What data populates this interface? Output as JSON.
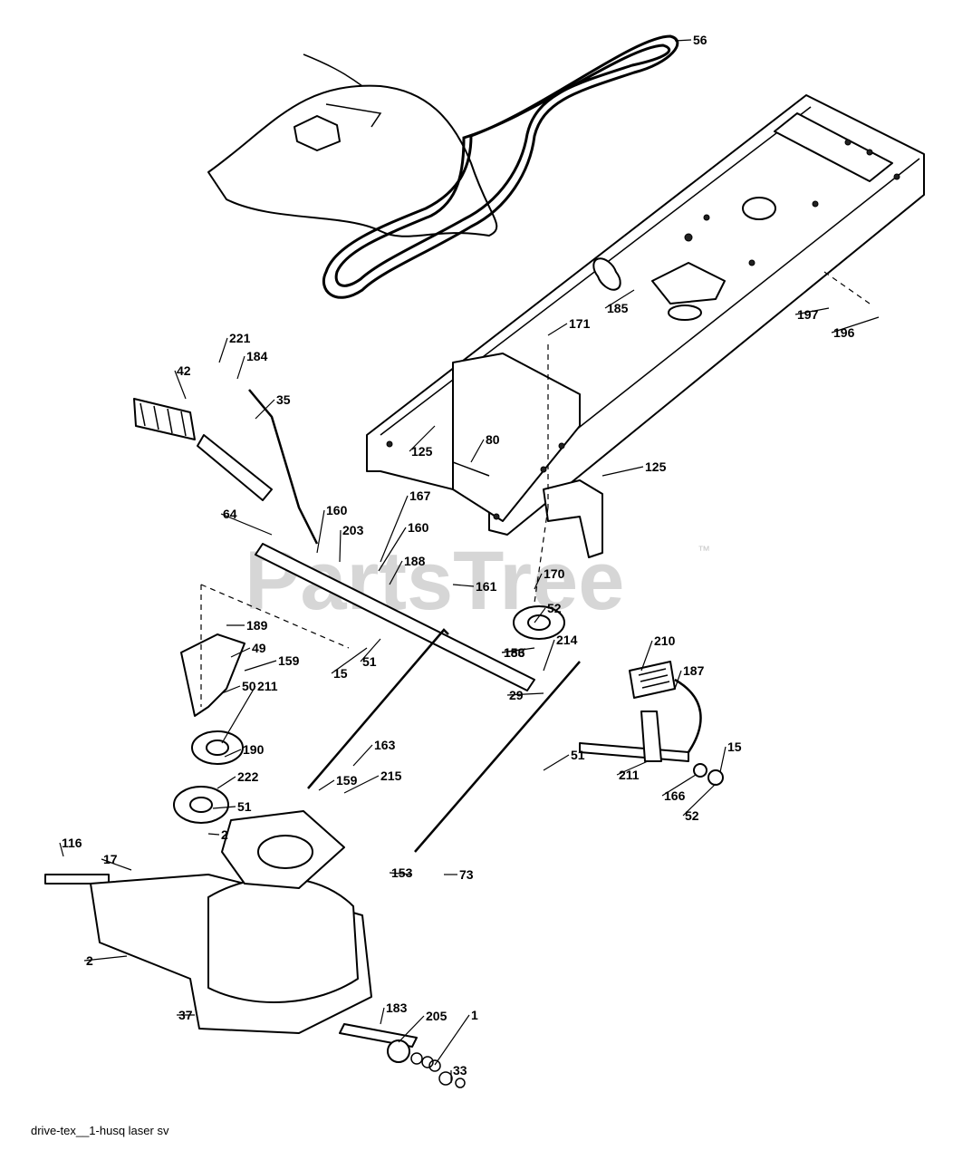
{
  "watermark": {
    "text": "PartsTree",
    "trademark": "™"
  },
  "caption": "drive-tex__1-husq laser sv",
  "callouts": [
    "56",
    "197",
    "196",
    "185",
    "171",
    "221",
    "184",
    "42",
    "35",
    "125",
    "80",
    "125",
    "64",
    "160",
    "203",
    "167",
    "160",
    "188",
    "161",
    "170",
    "52",
    "186",
    "189",
    "49",
    "159",
    "15",
    "51",
    "153",
    "214",
    "210",
    "187",
    "50",
    "211",
    "29",
    "163",
    "51",
    "190",
    "222",
    "15",
    "159",
    "215",
    "211",
    "166",
    "52",
    "51",
    "2",
    "116",
    "17",
    "153",
    "73",
    "2",
    "183",
    "205",
    "1",
    "37",
    "33"
  ]
}
